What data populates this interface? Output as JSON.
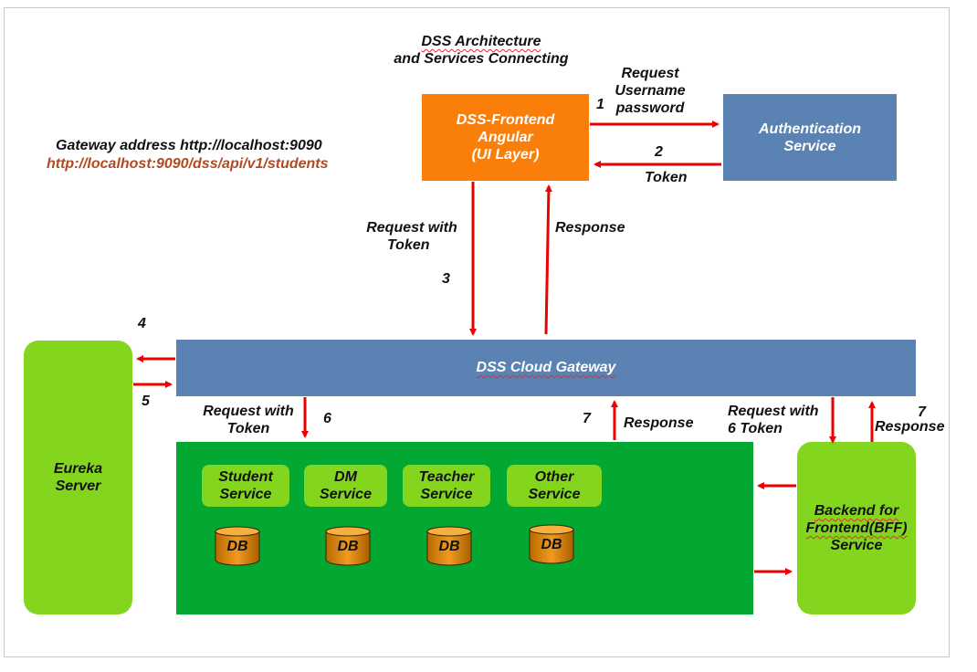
{
  "title": {
    "line1": "DSS Architecture",
    "line2": "and Services Connecting"
  },
  "gateway_info": {
    "address": "Gateway address http://localhost:9090",
    "url": "http://localhost:9090/dss/api/v1/students"
  },
  "nodes": {
    "frontend": {
      "line1": "DSS-Frontend",
      "line2": "Angular",
      "line3": "(UI Layer)",
      "color": "#fa7f0a"
    },
    "auth": {
      "line1": "Authentication",
      "line2": "Service",
      "color": "#5a82b3"
    },
    "gateway": {
      "label": "DSS Cloud Gateway",
      "color": "#5a82b3"
    },
    "eureka": {
      "line1": "Eureka",
      "line2": "Server",
      "color": "#84d51d"
    },
    "services_panel": {
      "color": "#03a833"
    },
    "bff": {
      "line1": "Backend for",
      "line2": "Frontend(BFF)",
      "line3": "Service",
      "color": "#84d51d"
    }
  },
  "services": [
    {
      "line1": "Student",
      "line2": "Service"
    },
    {
      "line1": "DM",
      "line2": "Service"
    },
    {
      "line1": "Teacher",
      "line2": "Service"
    },
    {
      "line1": "Other",
      "line2": "Service"
    }
  ],
  "databases": [
    "DB",
    "DB",
    "DB",
    "DB"
  ],
  "edges": {
    "e1": {
      "num": "1",
      "line1": "Request",
      "line2": "Username",
      "line3": "password"
    },
    "e2": {
      "num": "2",
      "label": "Token"
    },
    "e3": {
      "num": "3",
      "line1": "Request with",
      "line2": "Token"
    },
    "response_top": {
      "label": "Response"
    },
    "e4": {
      "num": "4"
    },
    "e5": {
      "num": "5"
    },
    "e6": {
      "num": "6",
      "line1": "Request with",
      "line2": "Token"
    },
    "e7": {
      "num": "7",
      "label": "Response"
    },
    "e6b": {
      "num": "6",
      "line1": "Request with",
      "line2": "Token"
    },
    "e7b": {
      "num": "7",
      "label": "Response"
    }
  },
  "arrow_color": "#ee0000"
}
